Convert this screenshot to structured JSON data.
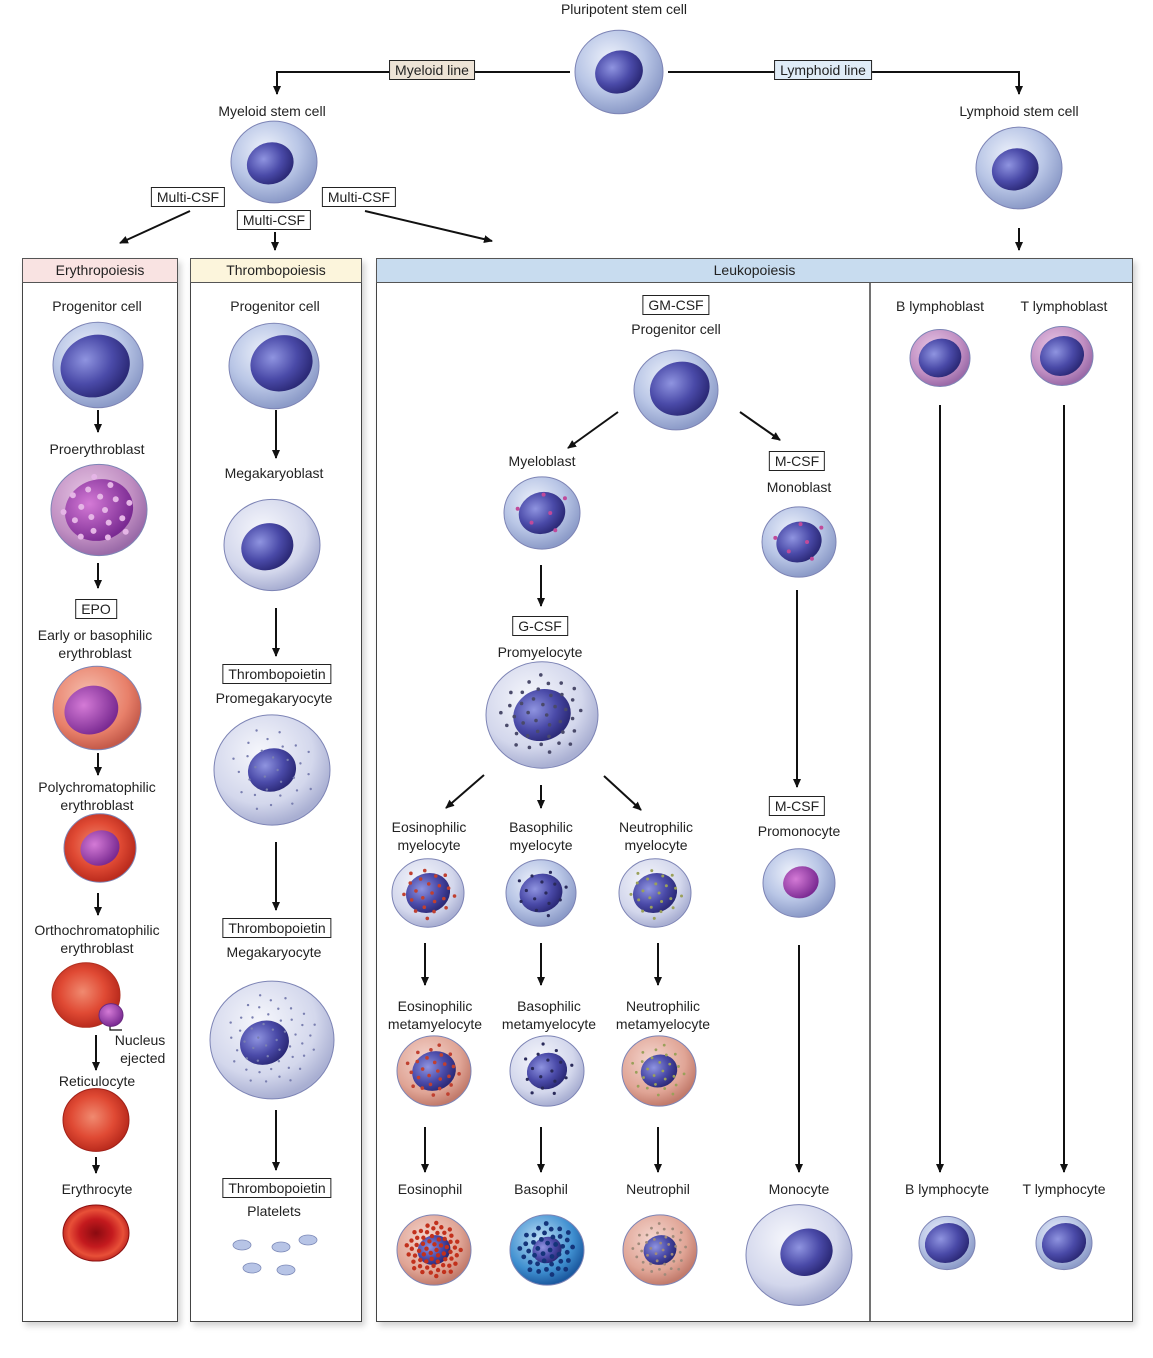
{
  "top": {
    "pluripotent": "Pluripotent stem cell",
    "myeloid_line": "Myeloid line",
    "lymphoid_line": "Lymphoid line",
    "myeloid_stem": "Myeloid stem cell",
    "lymphoid_stem": "Lymphoid stem cell",
    "multi_csf": "Multi-CSF"
  },
  "headers": {
    "erythro": "Erythropoiesis",
    "thrombo": "Thrombopoiesis",
    "leuko": "Leukopoiesis"
  },
  "erythro": {
    "progenitor": "Progenitor cell",
    "proerythroblast": "Proerythroblast",
    "epo": "EPO",
    "early": "Early or basophilic\nerythroblast",
    "poly": "Polychromatophilic\nerythroblast",
    "ortho": "Orthochromatophilic\nerythroblast",
    "nucleus": "Nucleus\nejected",
    "reticulocyte": "Reticulocyte",
    "erythrocyte": "Erythrocyte"
  },
  "thrombo": {
    "progenitor": "Progenitor cell",
    "megakaryoblast": "Megakaryoblast",
    "thrombopoietin": "Thrombopoietin",
    "promegakaryocyte": "Promegakaryocyte",
    "megakaryocyte": "Megakaryocyte",
    "platelets": "Platelets"
  },
  "leuko": {
    "gm_csf": "GM-CSF",
    "progenitor": "Progenitor cell",
    "myeloblast": "Myeloblast",
    "m_csf": "M-CSF",
    "monoblast": "Monoblast",
    "g_csf": "G-CSF",
    "promyelocyte": "Promyelocyte",
    "eos_myelocyte": "Eosinophilic\nmyelocyte",
    "baso_myelocyte": "Basophilic\nmyelocyte",
    "neut_myelocyte": "Neutrophilic\nmyelocyte",
    "promonocyte": "Promonocyte",
    "eos_meta": "Eosinophilic\nmetamyelocyte",
    "baso_meta": "Basophilic\nmetamyelocyte",
    "neut_meta": "Neutrophilic\nmetamyelocyte",
    "eosinophil": "Eosinophil",
    "basophil": "Basophil",
    "neutrophil": "Neutrophil",
    "monocyte": "Monocyte",
    "b_lymphoblast": "B lymphoblast",
    "t_lymphoblast": "T lymphoblast",
    "b_lymphocyte": "B lymphocyte",
    "t_lymphocyte": "T lymphocyte"
  },
  "colors": {
    "erythro_header": "#f9e3e2",
    "thrombo_header": "#fcf5dc",
    "leuko_header": "#c8dcef",
    "myeloid_tag": "#ede3d6",
    "lymphoid_tag": "#e0ecf7"
  }
}
